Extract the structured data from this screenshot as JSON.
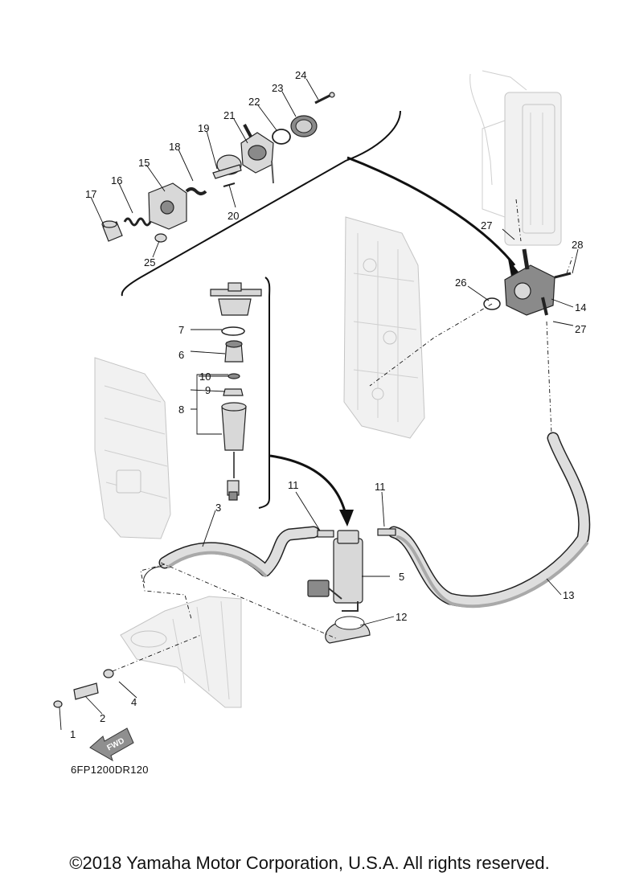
{
  "diagram": {
    "drawing_code": "6FP1200DR120",
    "forward_marker": "FWD",
    "copyright": "©2018 Yamaha Motor Corporation, U.S.A. All rights reserved.",
    "callouts": {
      "n1": "1",
      "n2": "2",
      "n3": "3",
      "n4": "4",
      "n5": "5",
      "n6": "6",
      "n7": "7",
      "n8": "8",
      "n9": "9",
      "n10": "10",
      "n11a": "11",
      "n11b": "11",
      "n12": "12",
      "n13": "13",
      "n14": "14",
      "n15": "15",
      "n16": "16",
      "n17": "17",
      "n18": "18",
      "n19": "19",
      "n20": "20",
      "n21": "21",
      "n22": "22",
      "n23": "23",
      "n24": "24",
      "n25": "25",
      "n26": "26",
      "n27a": "27",
      "n27b": "27",
      "n28": "28"
    }
  }
}
